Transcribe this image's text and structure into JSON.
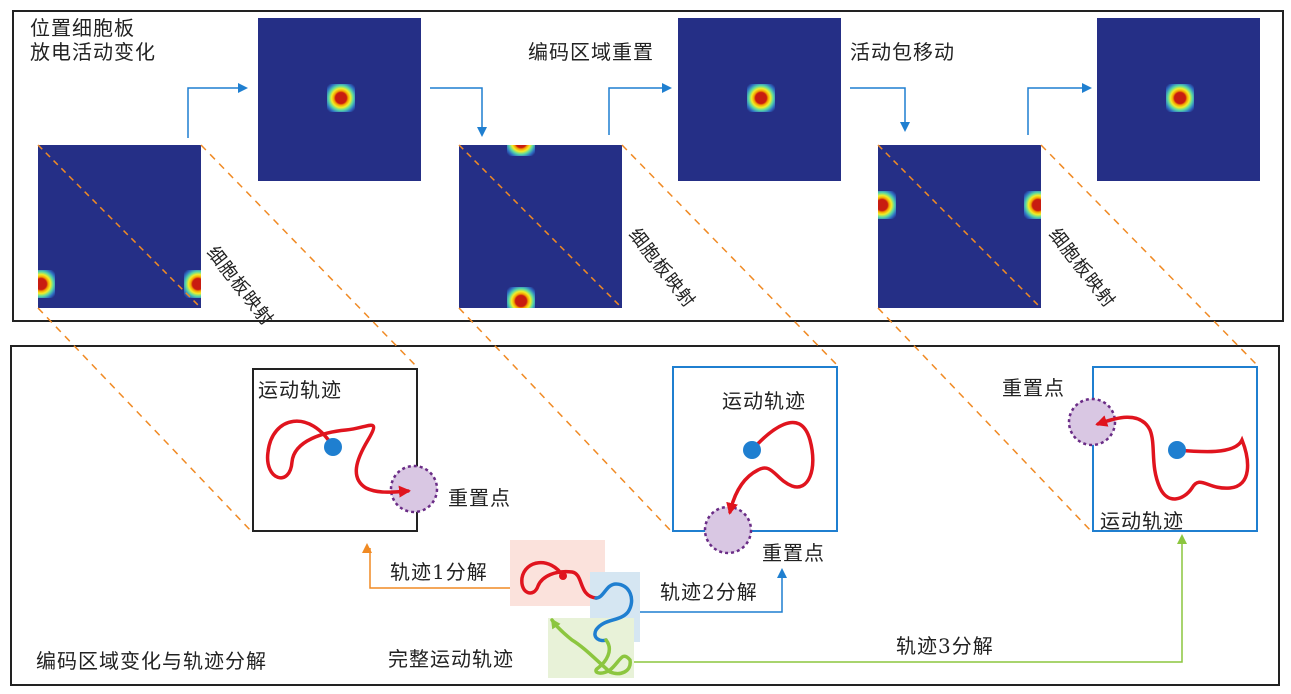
{
  "top_panel": {
    "title": "位置细胞板\n放电活动变化",
    "reset_label": "编码区域重置",
    "move_label": "活动包移动",
    "mapping_label": "细胞板映射"
  },
  "bottom_panel": {
    "title": "编码区域变化与轨迹分解",
    "trajectory_label": "运动轨迹",
    "reset_point_label": "重置点",
    "full_trajectory_label": "完整运动轨迹",
    "decomp_1": "轨迹1分解",
    "decomp_2": "轨迹2分解",
    "decomp_3": "轨迹3分解"
  },
  "colors": {
    "heatmap_bg": "#252f86",
    "trajectory": "#e0141e",
    "blue_segment": "#1f7fd0",
    "green_segment": "#8cc63f",
    "orange_dash": "#f08a24",
    "arrow_blue": "#1f7fd0",
    "reset_point_fill": "#d9c7e3",
    "reset_point_border": "#6a2c86"
  }
}
